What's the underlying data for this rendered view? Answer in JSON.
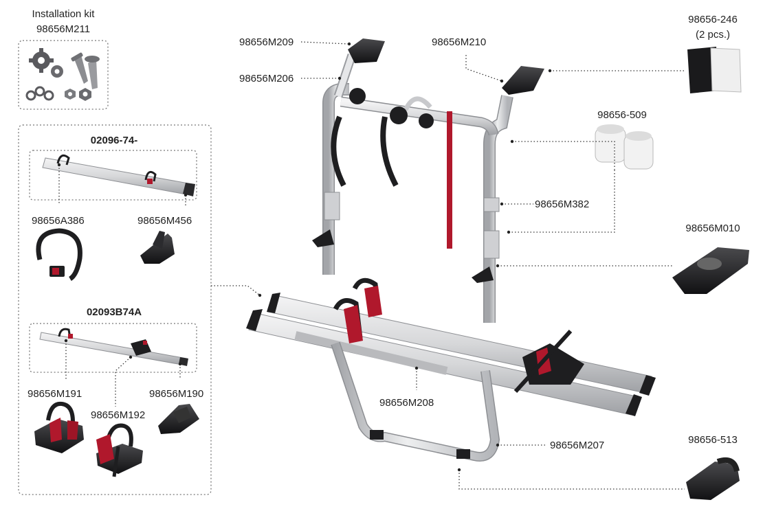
{
  "colors": {
    "aluminium": "#d9dadc",
    "aluminium_dark": "#a9abaf",
    "black_part": "#1d1d1f",
    "accent_red": "#b0182c",
    "leader": "#333333"
  },
  "icons": [
    "gear-icon",
    "screw-icon",
    "chain-icon",
    "nut-icon"
  ],
  "parts": {
    "installation_kit": {
      "title": "Installation kit",
      "code": "98656M211"
    },
    "kit_02096": {
      "code": "02096-74-",
      "left_part": "98656A386",
      "right_part": "98656M456"
    },
    "kit_02093": {
      "code": "02093B74A",
      "part_a": "98656M191",
      "part_b": "98656M192",
      "part_c": "98656M190"
    },
    "main": {
      "m209": "98656M209",
      "m206": "98656M206",
      "m210": "98656M210",
      "p246": "98656-246",
      "p246_qty": "(2 pcs.)",
      "p509": "98656-509",
      "m382": "98656M382",
      "m010": "98656M010",
      "m208": "98656M208",
      "m207": "98656M207",
      "p513": "98656-513"
    }
  }
}
